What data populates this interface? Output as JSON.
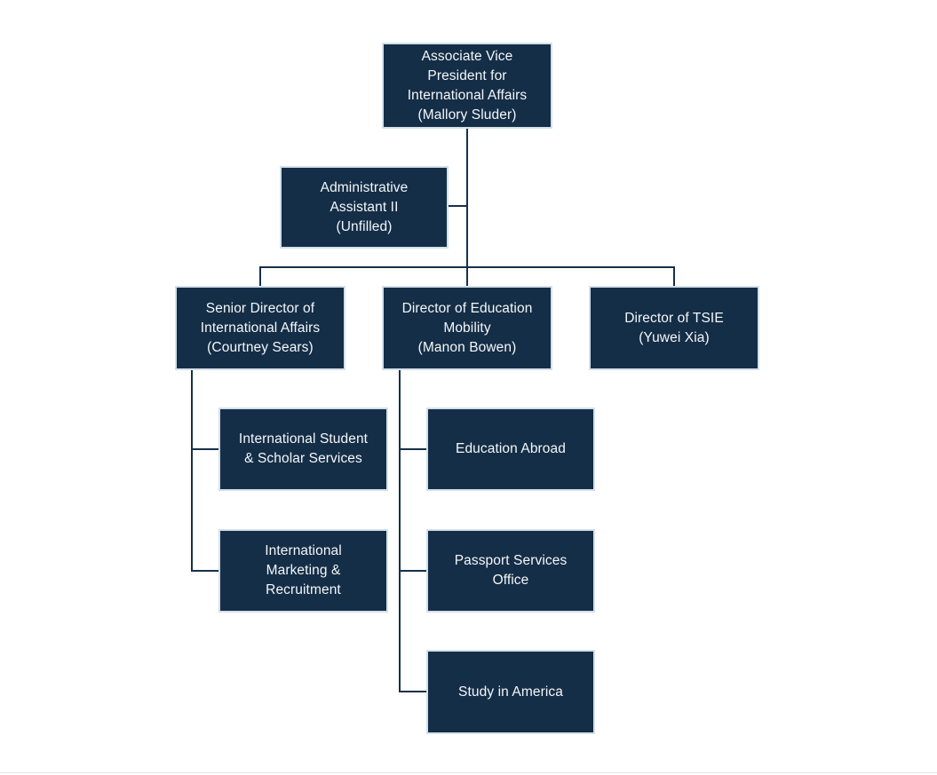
{
  "colors": {
    "box_fill": "#152E47",
    "box_border": "#D3E0EA",
    "connector": "#16304A",
    "text": "#F4F7F9",
    "bottom_divider": "#E7E7E7"
  },
  "org_chart": {
    "nodes": [
      {
        "id": "avp",
        "label": "Associate Vice\nPresident for\nInternational Affairs\n(Mallory Sluder)"
      },
      {
        "id": "admin-assistant",
        "label": "Administrative\nAssistant II\n(Unfilled)"
      },
      {
        "id": "senior-director-international-affairs",
        "label": "Senior Director of\nInternational Affairs\n(Courtney Sears)"
      },
      {
        "id": "director-education-mobility",
        "label": "Director of Education\nMobility\n(Manon Bowen)"
      },
      {
        "id": "director-tsie",
        "label": "Director of TSIE\n(Yuwei Xia)"
      },
      {
        "id": "international-student-scholar-services",
        "label": "International Student\n& Scholar Services"
      },
      {
        "id": "international-marketing-recruitment",
        "label": "International\nMarketing &\nRecruitment"
      },
      {
        "id": "education-abroad",
        "label": "Education Abroad"
      },
      {
        "id": "passport-services-office",
        "label": "Passport Services\nOffice"
      },
      {
        "id": "study-in-america",
        "label": "Study in America"
      }
    ]
  }
}
